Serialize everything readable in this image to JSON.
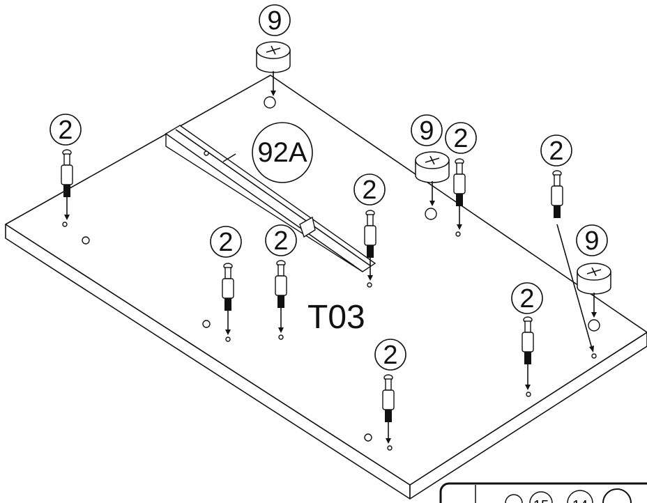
{
  "panel_label": "T03",
  "rail_callout": "92A",
  "pin_callout": "2",
  "cam_callout": "9",
  "corner_callouts": [
    "15",
    "14"
  ]
}
